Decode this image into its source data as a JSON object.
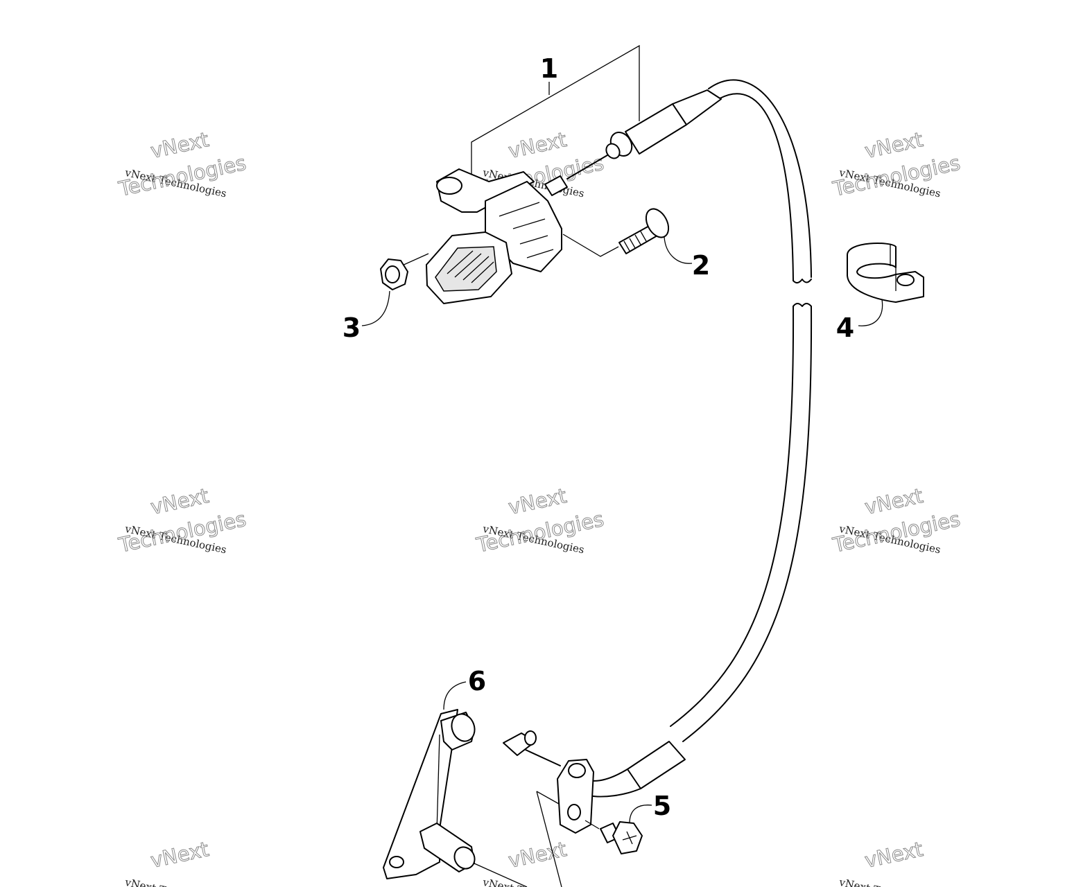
{
  "diagram": {
    "callouts": [
      {
        "label": "1"
      },
      {
        "label": "2"
      },
      {
        "label": "3"
      },
      {
        "label": "4"
      },
      {
        "label": "5"
      },
      {
        "label": "6"
      }
    ],
    "watermark": {
      "line1": "vNext Technologies",
      "line2": "vNext",
      "line3": "Technologies"
    },
    "colors": {
      "ink": "#000000",
      "background": "#ffffff",
      "watermark": "#8a8a8a"
    }
  }
}
